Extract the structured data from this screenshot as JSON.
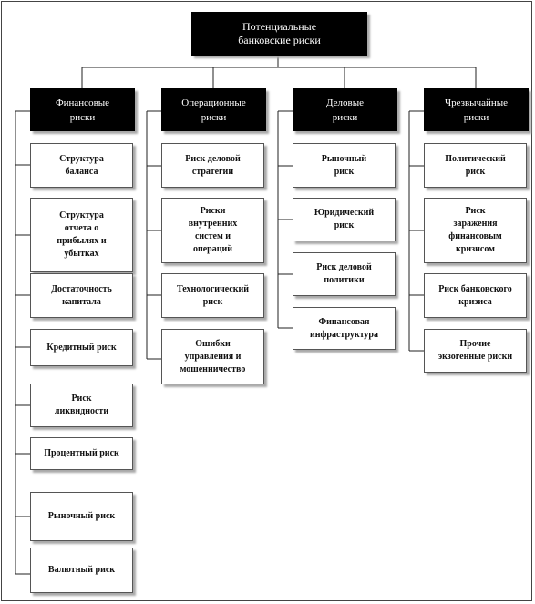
{
  "root": {
    "label": "Потенциальные\nбанковские  риски"
  },
  "categories": [
    {
      "label": "Финансовые\nриски",
      "items": [
        "Структура\nбаланса",
        "Структура\nотчета о\nприбылях и\nубытках",
        "Достаточность\nкапитала",
        "Кредитный риск",
        "Риск\nликвидности",
        "Процентный риск",
        "Рыночный  риск",
        "Валютный  риск"
      ]
    },
    {
      "label": "Операционные\nриски",
      "items": [
        "Риск деловой\nстратегии",
        "Риски\nвнутренних\nсистем  и\nопераций",
        "Технологический\nриск",
        "Ошибки\nуправления и\nмошенничество"
      ]
    },
    {
      "label": "Деловые\nриски",
      "items": [
        "Рыночный\nриск",
        "Юридический\nриск",
        "Риск деловой\nполитики",
        "Финансовая\nинфраструктура"
      ]
    },
    {
      "label": "Чрезвычайные\nриски",
      "items": [
        "Политический\nриск",
        "Риск\nзаражения\nфинансовым\nкризисом",
        "Риск банковского\nкризиса",
        "Прочие\nэкзогенные риски"
      ]
    }
  ]
}
